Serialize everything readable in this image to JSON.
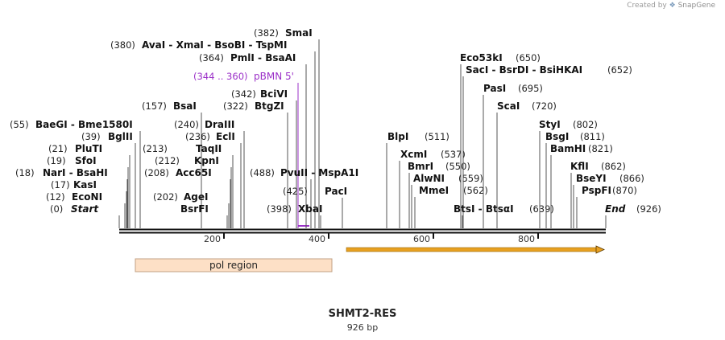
{
  "credit": {
    "prefix": "Created by",
    "brand": "SnapGene",
    "logo_icon": "snapgene-logo-icon"
  },
  "sequence": {
    "name": "SHMT2-RES",
    "length": "926 bp"
  },
  "ruler": {
    "labels": [
      "200",
      "400",
      "600",
      "800"
    ]
  },
  "features": [
    {
      "name": "pol region",
      "fill": "#fde0c6",
      "stroke": "#c2a284"
    }
  ],
  "colors": {
    "primer": "#9b30c8",
    "arrow": "#e8a020",
    "ink": "#111111"
  },
  "sites": [
    {
      "pos": "(0)",
      "name": "Start",
      "italic": true
    },
    {
      "pos": "(12)",
      "name": "EcoNI"
    },
    {
      "pos": "(17)",
      "name": "KasI"
    },
    {
      "pos": "(18)",
      "name": "NarI - BsaHI"
    },
    {
      "pos": "(19)",
      "name": "SfoI"
    },
    {
      "pos": "(21)",
      "name": "PluTI"
    },
    {
      "pos": "(39)",
      "name": "BglII"
    },
    {
      "pos": "(55)",
      "name": "BaeGI - Bme1580I"
    },
    {
      "pos": "(157)",
      "name": "BsaI"
    },
    {
      "pos": "(202)",
      "name": "AgeI"
    },
    {
      "pos": "",
      "name": "BsrFI"
    },
    {
      "pos": "(208)",
      "name": "Acc65I"
    },
    {
      "pos": "(212)",
      "name": "KpnI"
    },
    {
      "pos": "(213)",
      "name": "TaqII"
    },
    {
      "pos": "(236)",
      "name": "EclI"
    },
    {
      "pos": "(240)",
      "name": "DraIII"
    },
    {
      "pos": "(322)",
      "name": "BtgZI"
    },
    {
      "pos": "(342)",
      "name": "BciVI"
    },
    {
      "pos": "(344 .. 360)",
      "name": "pBMN 5'",
      "primer": true
    },
    {
      "pos": "(364)",
      "name": "PmlI - BsaAI"
    },
    {
      "pos": "(380)",
      "name": "AvaI - XmaI - BsoBI - TspMI"
    },
    {
      "pos": "(382)",
      "name": "SmaI"
    },
    {
      "pos": "(488)",
      "name": "PvuII - MspA1I"
    },
    {
      "pos": "(425)",
      "name": "PacI"
    },
    {
      "pos": "(398)",
      "name": "XbaI"
    },
    {
      "pos": "(511)",
      "name": "BlpI"
    },
    {
      "pos": "(537)",
      "name": "XcmI"
    },
    {
      "pos": "(550)",
      "name": "BmrI"
    },
    {
      "pos": "(559)",
      "name": "AlwNI"
    },
    {
      "pos": "(562)",
      "name": "MmeI"
    },
    {
      "pos": "(650)",
      "name": "Eco53kI"
    },
    {
      "pos": "(652)",
      "name": "SacI - BsrDI - BsiHKAI"
    },
    {
      "pos": "(695)",
      "name": "PasI"
    },
    {
      "pos": "(720)",
      "name": "ScaI"
    },
    {
      "pos": "(639)",
      "name": "BtsI - BtsαI"
    },
    {
      "pos": "(802)",
      "name": "StyI"
    },
    {
      "pos": "(811)",
      "name": "BsgI"
    },
    {
      "pos": "(821)",
      "name": "BamHI"
    },
    {
      "pos": "(862)",
      "name": "KflI"
    },
    {
      "pos": "(866)",
      "name": "BseYI"
    },
    {
      "pos": "(870)",
      "name": "PspFI"
    },
    {
      "pos": "(926)",
      "name": "End",
      "italic": true
    }
  ]
}
